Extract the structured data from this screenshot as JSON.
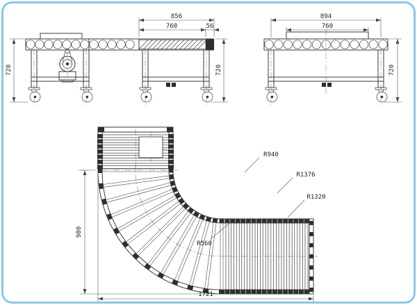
{
  "colors": {
    "border": "#8bc7e3",
    "line": "#3a3a3a",
    "background": "#ffffff"
  },
  "side_view": {
    "dim_856": "856",
    "dim_760": "760",
    "dim_56": "56",
    "dim_720_left": "720",
    "dim_720_right": "720"
  },
  "end_view": {
    "dim_894": "894",
    "dim_760": "760",
    "dim_720": "720"
  },
  "plan_view": {
    "dim_980": "980",
    "dim_1721": "1721",
    "radius_labels": {
      "r940": "R940",
      "r1376": "R1376",
      "r1320": "R1320",
      "r560": "R560"
    }
  }
}
